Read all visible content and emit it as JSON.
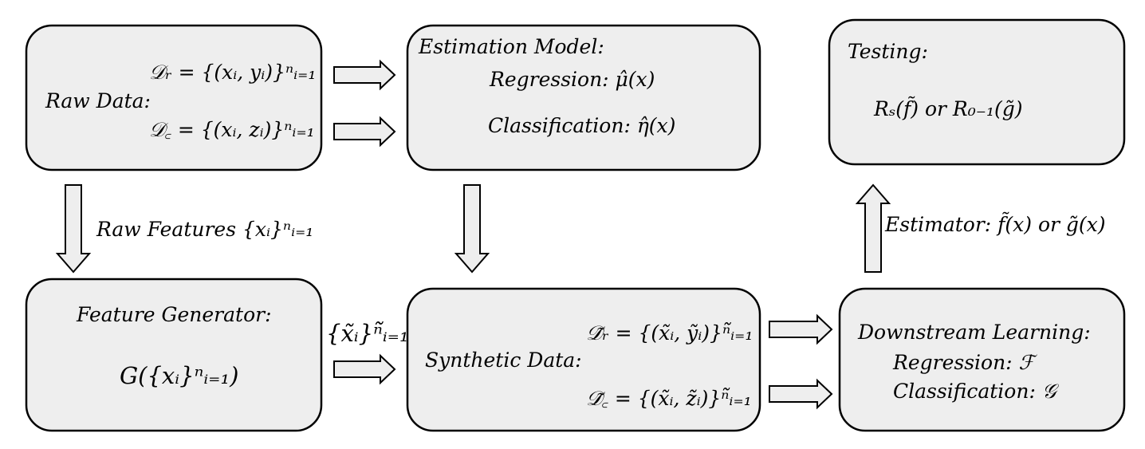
{
  "boxes": {
    "raw_data": {
      "label": "Raw Data:",
      "formula_regression": "𝒟ᵣ = {(xᵢ, yᵢ)}ⁿᵢ₌₁",
      "formula_classification": "𝒟꜀ = {(xᵢ, zᵢ)}ⁿᵢ₌₁"
    },
    "estimation_model": {
      "title": "Estimation Model:",
      "regression": "Regression:  μ̂(x)",
      "classification": "Classification: η̂(x)"
    },
    "testing": {
      "title": "Testing:",
      "formula": "Rₛ(f̃) or R₀₋₁(g̃)"
    },
    "feature_generator": {
      "title": "Feature Generator:",
      "formula": "G({xᵢ}ⁿᵢ₌₁)"
    },
    "synthetic_data": {
      "label": "Synthetic Data:",
      "formula_regression": "𝒟̃ᵣ = {(x̃ᵢ, ỹᵢ)}ⁿ̃ᵢ₌₁",
      "formula_classification": "𝒟̃꜀ = {(x̃ᵢ, z̃ᵢ)}ⁿ̃ᵢ₌₁"
    },
    "downstream_learning": {
      "title": "Downstream Learning:",
      "regression": "Regression: ℱ",
      "classification": "Classification: 𝒢"
    }
  },
  "edge_labels": {
    "raw_features": "Raw Features {xᵢ}ⁿᵢ₌₁",
    "synthetic_features": "{x̃ᵢ}ⁿ̃ᵢ₌₁",
    "estimator": "Estimator: f̃(x) or g̃(x)"
  }
}
